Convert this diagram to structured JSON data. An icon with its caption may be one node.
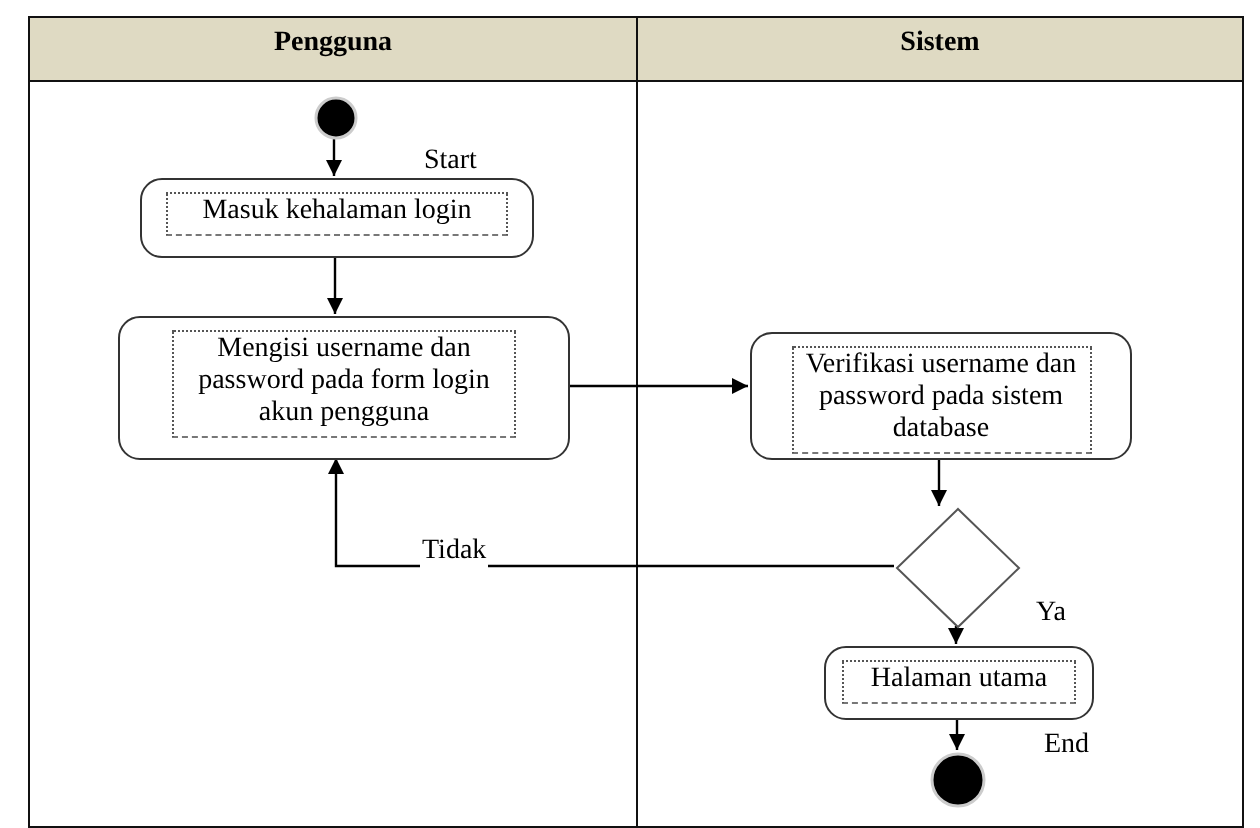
{
  "diagram": {
    "nodes": [
      {
        "text": [
          "Pengguna"
        ]
      },
      {
        "text": [
          "Sistem"
        ]
      },
      {
        "text": [],
        "shape": "circle",
        "in": 0
      },
      {
        "text": [
          "Masuk kehalaman login"
        ],
        "in": 0
      },
      {
        "text": [
          "Mengisi username dan password pada form login akun pengguna"
        ],
        "in": 0
      },
      {
        "text": [
          "Verifikasi username dan password pada sistem database"
        ],
        "in": 1
      },
      {
        "text": [],
        "shape": "diamond",
        "in": 1
      },
      {
        "text": [
          "Halaman utama"
        ],
        "in": 1
      },
      {
        "text": [],
        "shape": "circle",
        "in": 1
      }
    ],
    "labels": [
      "Start",
      "End"
    ],
    "edges": [
      {
        "from": 2,
        "to": 3,
        "arrow": "to"
      },
      {
        "from": 3,
        "to": 4,
        "arrow": "to"
      },
      {
        "from": 4,
        "to": 5,
        "arrow": "to"
      },
      {
        "from": 5,
        "to": 6,
        "arrow": "to"
      },
      {
        "from": 6,
        "to": 4,
        "arrow": "to",
        "label": "Tidak"
      },
      {
        "from": 6,
        "to": 7,
        "arrow": "to",
        "label": "Ya"
      },
      {
        "from": 7,
        "to": 8,
        "arrow": "to"
      }
    ]
  }
}
